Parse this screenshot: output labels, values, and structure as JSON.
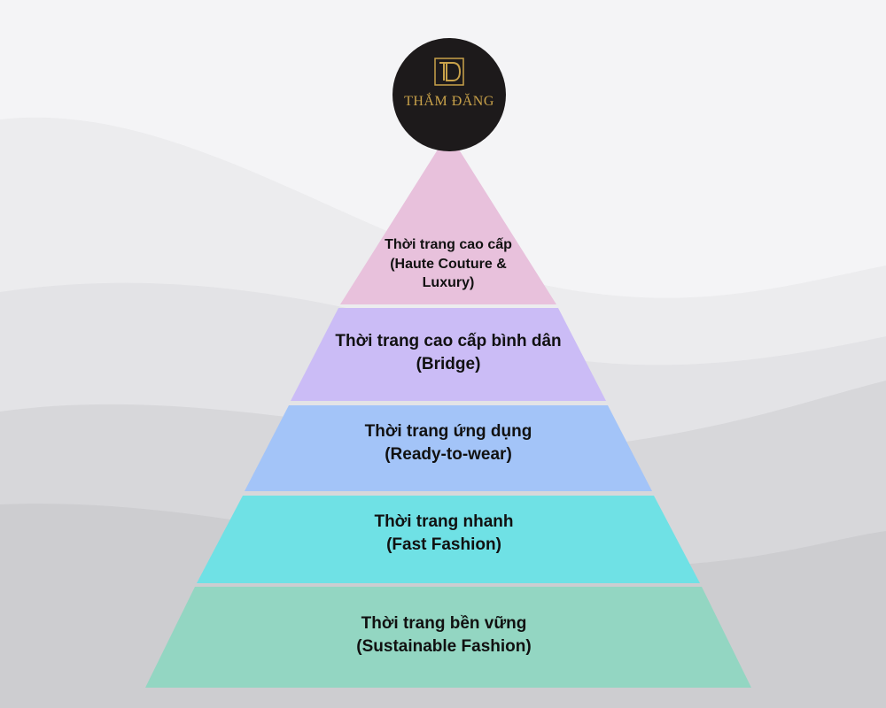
{
  "logo": {
    "text": "THẮM ĐĂNG",
    "mark": "TD monogram",
    "background": "#1d1a1b",
    "accent": "#c9a24a"
  },
  "tiers": [
    {
      "line1": "Thời trang cao cấp",
      "line2": "(Haute Couture &",
      "line3": "Luxury)",
      "color": "#e8c1dc"
    },
    {
      "line1": "Thời trang cao cấp bình dân",
      "line2": "(Bridge)",
      "color": "#cbbcf6"
    },
    {
      "line1": "Thời trang ứng dụng",
      "line2": "(Ready-to-wear)",
      "color": "#a3c4f8"
    },
    {
      "line1": "Thời trang nhanh",
      "line2": "(Fast Fashion)",
      "color": "#6fe1e5"
    },
    {
      "line1": "Thời trang bền vững",
      "line2": "(Sustainable Fashion)",
      "color": "#93d6c2"
    }
  ]
}
